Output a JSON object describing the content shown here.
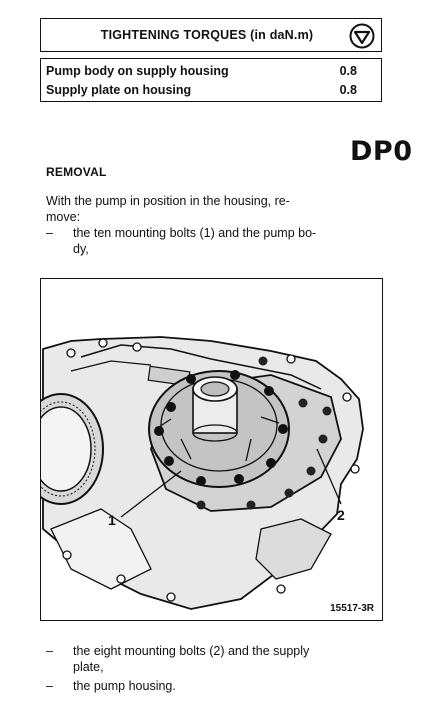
{
  "torque_table": {
    "header": "TIGHTENING TORQUES (in daN.m)",
    "icon": "torque-wrench-circle-icon",
    "rows": [
      {
        "item": "Pump body on supply housing",
        "value": "0.8"
      },
      {
        "item": "Supply plate on housing",
        "value": "0.8"
      }
    ]
  },
  "doc_code": "DP0",
  "section": {
    "heading": "REMOVAL",
    "intro_line1": "With the pump in position in the housing, re-",
    "intro_line2": "move:",
    "steps": [
      {
        "line1": "the ten mounting bolts (1) and the pump bo-",
        "line2": "dy,"
      },
      {
        "line1": "the eight mounting bolts (2) and the supply",
        "line2": "plate,"
      },
      {
        "line1": "the pump housing."
      }
    ],
    "bullet_mark": "–"
  },
  "figure": {
    "reference": "15517-3R",
    "callouts": [
      "1",
      "2"
    ]
  }
}
